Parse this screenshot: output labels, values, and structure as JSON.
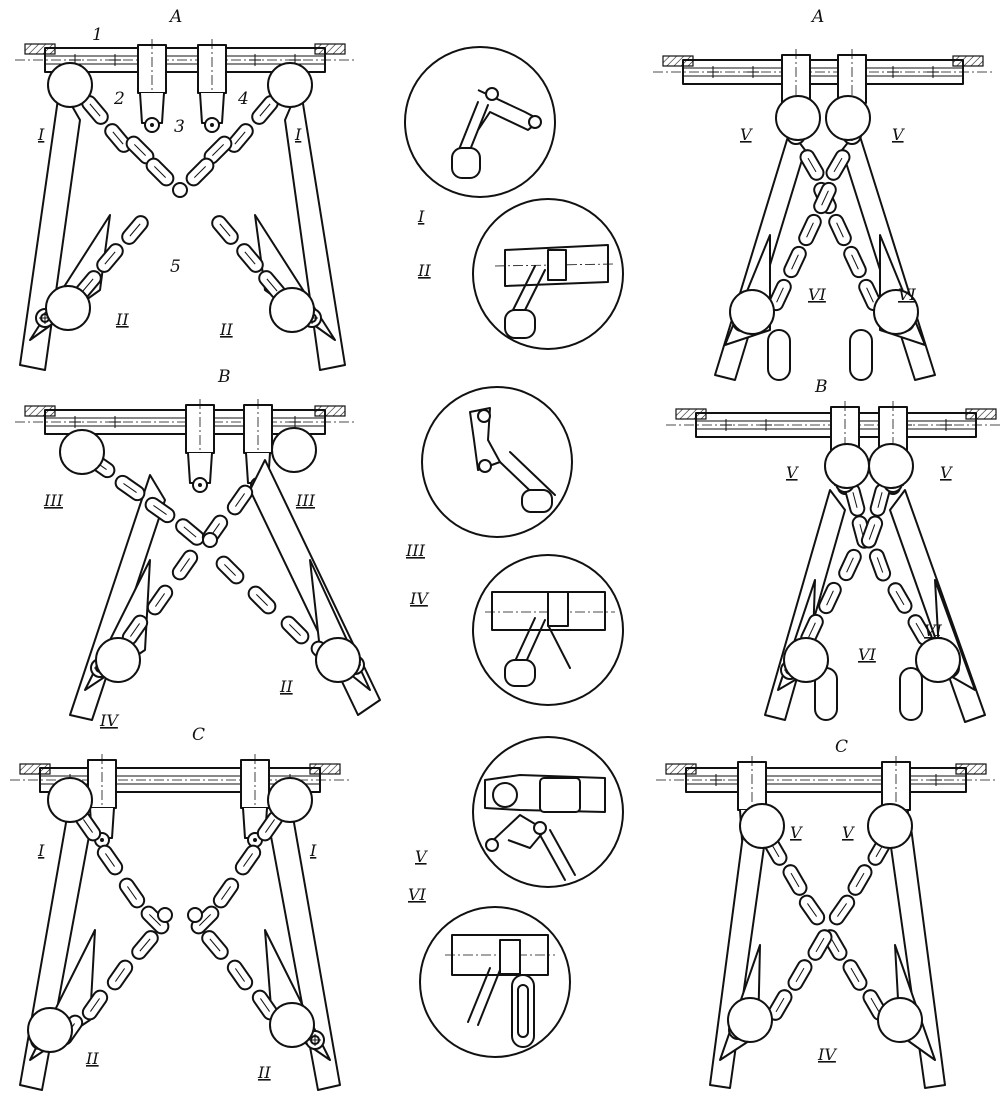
{
  "assemblies": [
    {
      "id": "A",
      "label": "A",
      "markers": [
        "I",
        "I",
        "II",
        "II"
      ],
      "parts": [
        "1",
        "2",
        "3",
        "4",
        "5"
      ]
    },
    {
      "id": "A-right",
      "label": "A",
      "markers": [
        "V",
        "V",
        "VI",
        "VI"
      ]
    },
    {
      "id": "B",
      "label": "B",
      "markers": [
        "III",
        "III",
        "IV",
        "II"
      ]
    },
    {
      "id": "B-right",
      "label": "B",
      "markers": [
        "V",
        "V",
        "VI",
        "VI"
      ]
    },
    {
      "id": "C",
      "label": "C",
      "markers": [
        "I",
        "I",
        "II",
        "II"
      ]
    },
    {
      "id": "C-right",
      "label": "C",
      "markers": [
        "V",
        "V",
        "IV"
      ]
    }
  ],
  "details": [
    "I",
    "II",
    "III",
    "IV",
    "V",
    "VI"
  ],
  "colors": {
    "ink": "#111111",
    "paper": "#ffffff"
  }
}
